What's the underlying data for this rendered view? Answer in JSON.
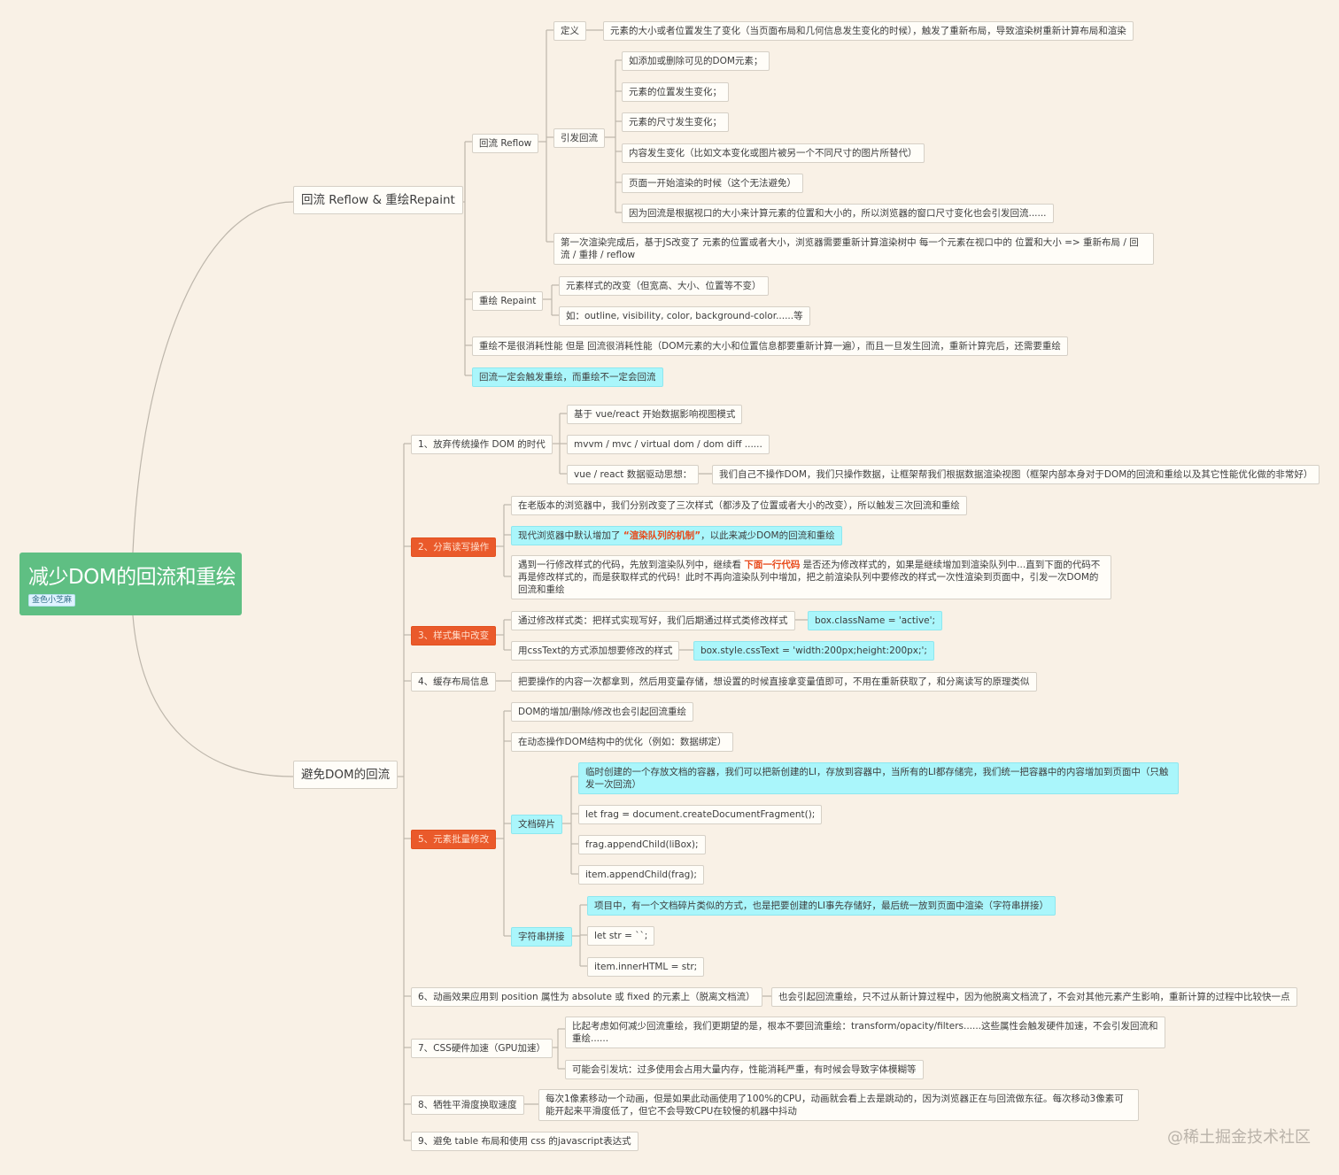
{
  "root": {
    "title": "减少DOM的回流和重绘",
    "tag": "金色小芝麻"
  },
  "branch1": {
    "label": "回流 Reflow & 重绘Repaint",
    "reflow": {
      "label": "回流 Reflow",
      "def_label": "定义",
      "def_text": "元素的大小或者位置发生了变化（当页面布局和几何信息发生变化的时候），触发了重新布局，导致渲染树重新计算布局和渲染",
      "trigger_label": "引发回流",
      "triggers": [
        "如添加或删除可见的DOM元素；",
        "元素的位置发生变化；",
        "元素的尺寸发生变化；",
        "内容发生变化（比如文本变化或图片被另一个不同尺寸的图片所替代）",
        "页面一开始渲染的时候（这个无法避免）",
        "因为回流是根据视口的大小来计算元素的位置和大小的，所以浏览器的窗口尺寸变化也会引发回流......"
      ],
      "note": "第一次渲染完成后，基于JS改变了 元素的位置或者大小，浏览器需要重新计算渲染树中 每一个元素在视口中的 位置和大小 => 重新布局 / 回流 / 重排 / reflow"
    },
    "repaint": {
      "label": "重绘 Repaint",
      "items": [
        "元素样式的改变（但宽高、大小、位置等不变）",
        "如：outline, visibility, color, background-color......等"
      ]
    },
    "perf_note": "重绘不是很消耗性能 但是 回流很消耗性能（DOM元素的大小和位置信息都要重新计算一遍），而且一旦发生回流，重新计算完后，还需要重绘",
    "conclusion": "回流一定会触发重绘，而重绘不一定会回流"
  },
  "branch2": {
    "label": "避免DOM的回流",
    "item1": {
      "label": "1、放弃传统操作 DOM 的时代",
      "children": [
        "基于 vue/react 开始数据影响视图模式",
        "mvvm / mvc / virtual dom / dom diff ......",
        "vue / react  数据驱动思想："
      ],
      "detail": "我们自己不操作DOM，我们只操作数据，让框架帮我们根据数据渲染视图（框架内部本身对于DOM的回流和重绘以及其它性能优化做的非常好）"
    },
    "item2": {
      "label": "2、分离读写操作",
      "c1": "在老版本的浏览器中，我们分别改变了三次样式（都涉及了位置或者大小的改变），所以触发三次回流和重绘",
      "c2_before": "现代浏览器中默认增加了 ",
      "c2_highlight": "“渲染队列的机制”",
      "c2_after": "，以此来减少DOM的回流和重绘",
      "c3_before": "遇到一行修改样式的代码，先放到渲染队列中，继续看 ",
      "c3_highlight": "下面一行代码",
      "c3_after": " 是否还为修改样式的，如果是继续增加到渲染队列中...直到下面的代码不再是修改样式的，而是获取样式的代码！此时不再向渲染队列中增加，把之前渲染队列中要修改的样式一次性渲染到页面中，引发一次DOM的回流和重绘"
    },
    "item3": {
      "label": "3、样式集中改变",
      "c1": "通过修改样式类：把样式实现写好，我们后期通过样式类修改样式",
      "c1_code": "box.className = 'active';",
      "c2": "用cssText的方式添加想要修改的样式",
      "c2_code": "box.style.cssText = 'width:200px;height:200px;';"
    },
    "item4": {
      "label": "4、缓存布局信息",
      "c1": "把要操作的内容一次都拿到，然后用变量存储，想设置的时候直接拿变量值即可，不用在重新获取了，和分离读写的原理类似"
    },
    "item5": {
      "label": "5、元素批量修改",
      "c1": "DOM的增加/删除/修改也会引起回流重绘",
      "c2": "在动态操作DOM结构中的优化（例如：数据绑定）",
      "frag": {
        "label": "文档碎片",
        "items": [
          "临时创建的一个存放文档的容器，我们可以把新创建的LI，存放到容器中，当所有的LI都存储完，我们统一把容器中的内容增加到页面中（只触发一次回流）",
          "let frag = document.createDocumentFragment();",
          "frag.appendChild(liBox);",
          "item.appendChild(frag);"
        ]
      },
      "str": {
        "label": "字符串拼接",
        "items": [
          "项目中，有一个文档碎片类似的方式，也是把要创建的LI事先存储好，最后统一放到页面中渲染（字符串拼接）",
          "let str = ``;",
          "item.innerHTML = str;"
        ]
      }
    },
    "item6": {
      "label": "6、动画效果应用到 position 属性为 absolute 或 fixed 的元素上（脱离文档流）",
      "c1": "也会引起回流重绘，只不过从新计算过程中，因为他脱离文档流了，不会对其他元素产生影响，重新计算的过程中比较快一点"
    },
    "item7": {
      "label": "7、CSS硬件加速（GPU加速）",
      "c1": "比起考虑如何减少回流重绘，我们更期望的是，根本不要回流重绘：transform/opacity/filters......这些属性会触发硬件加速，不会引发回流和重绘......",
      "c2": "可能会引发坑：过多使用会占用大量内存，性能消耗严重，有时候会导致字体模糊等"
    },
    "item8": {
      "label": "8、牺牲平滑度换取速度",
      "c1": "每次1像素移动一个动画，但是如果此动画使用了100%的CPU，动画就会看上去是跳动的，因为浏览器正在与回流做东征。每次移动3像素可能开起来平滑度低了，但它不会导致CPU在较慢的机器中抖动"
    },
    "item9": {
      "label": "9、避免 table 布局和使用 css 的javascript表达式"
    }
  },
  "watermark": "@稀土掘金技术社区",
  "colors": {
    "root": "#5fbf83",
    "highlight": "#aaf6fb",
    "orange": "#ea5a2b",
    "line": "#bdb6ab",
    "background": "#f9f1e6"
  }
}
